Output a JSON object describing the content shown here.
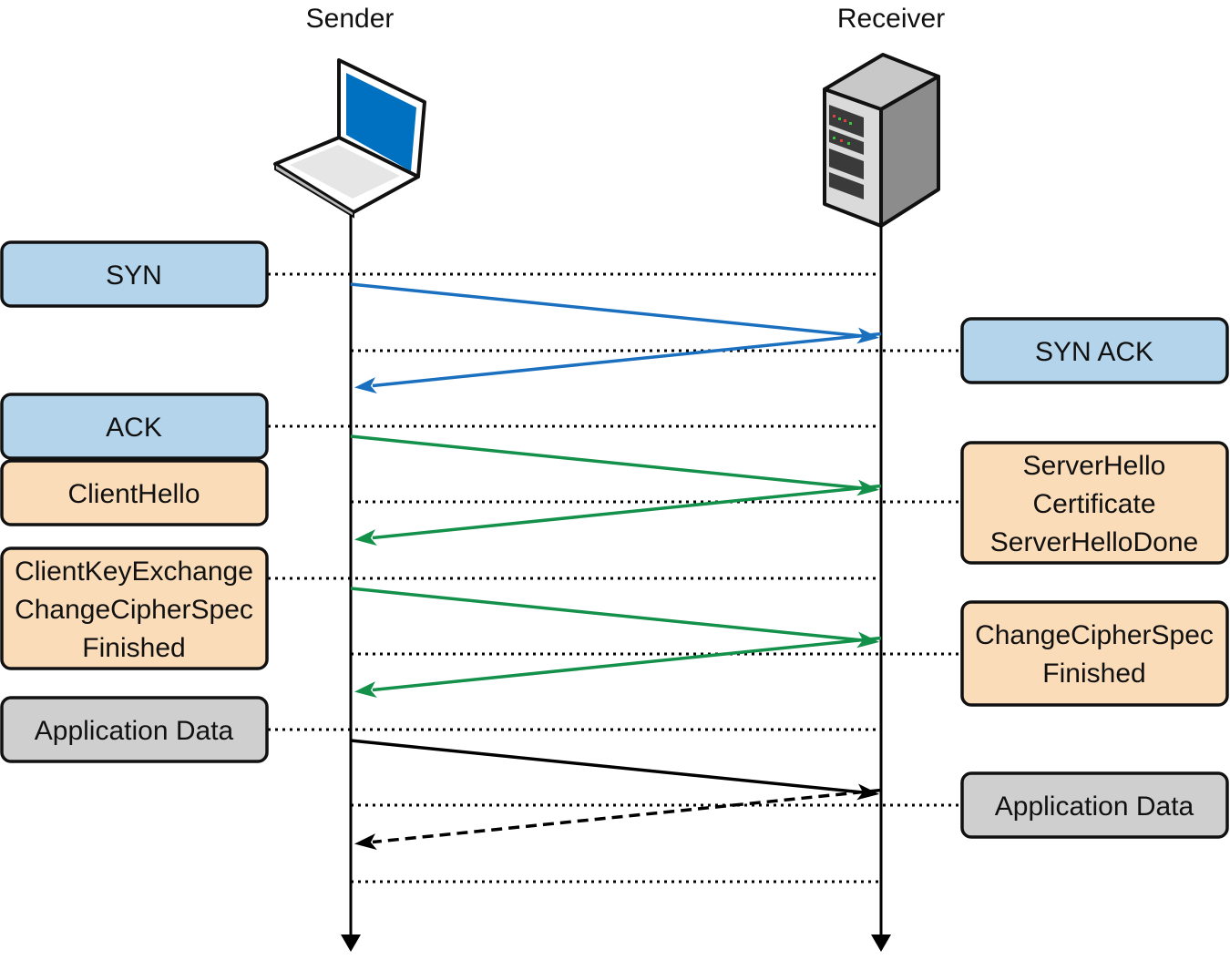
{
  "actors": {
    "sender": {
      "label": "Sender",
      "icon": "laptop-icon"
    },
    "receiver": {
      "label": "Receiver",
      "icon": "server-icon"
    }
  },
  "colors": {
    "tcp_box": "#b3d4ea",
    "tls_box": "#fbdcb9",
    "app_box": "#cfcfcf",
    "tcp_arrow": "#1a6fbf",
    "tls_arrow": "#13904a",
    "app_arrow": "#000000"
  },
  "messages": [
    {
      "side": "left",
      "kind": "tcp",
      "lines": [
        "SYN"
      ]
    },
    {
      "side": "right",
      "kind": "tcp",
      "lines": [
        "SYN ACK"
      ]
    },
    {
      "side": "left",
      "kind": "tcp",
      "lines": [
        "ACK"
      ]
    },
    {
      "side": "left",
      "kind": "tls",
      "lines": [
        "ClientHello"
      ]
    },
    {
      "side": "right",
      "kind": "tls",
      "lines": [
        "ServerHello",
        "Certificate",
        "ServerHelloDone"
      ]
    },
    {
      "side": "left",
      "kind": "tls",
      "lines": [
        "ClientKeyExchange",
        "ChangeCipherSpec",
        "Finished"
      ]
    },
    {
      "side": "right",
      "kind": "tls",
      "lines": [
        "ChangeCipherSpec",
        "Finished"
      ]
    },
    {
      "side": "left",
      "kind": "app",
      "lines": [
        "Application Data"
      ]
    },
    {
      "side": "right",
      "kind": "app",
      "lines": [
        "Application Data"
      ]
    }
  ],
  "arrows": [
    {
      "direction": "right",
      "kind": "tcp",
      "style": "solid"
    },
    {
      "direction": "left",
      "kind": "tcp",
      "style": "solid"
    },
    {
      "direction": "right",
      "kind": "tls",
      "style": "solid"
    },
    {
      "direction": "left",
      "kind": "tls",
      "style": "solid"
    },
    {
      "direction": "right",
      "kind": "tls",
      "style": "solid"
    },
    {
      "direction": "left",
      "kind": "tls",
      "style": "solid"
    },
    {
      "direction": "right",
      "kind": "app",
      "style": "solid"
    },
    {
      "direction": "left",
      "kind": "app",
      "style": "dashed"
    }
  ]
}
